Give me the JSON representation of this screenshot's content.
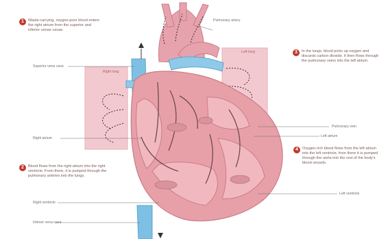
{
  "notes": {
    "n1": {
      "number": "1",
      "text": "Waste-carrying, oxygen-poor blood enters the right atrium from the superior and inferior venae cavae."
    },
    "n2": {
      "number": "2",
      "text": "Blood flows from the right atrium into the right ventricle. From there, it is pumped through the pulmonary arteries into the lungs."
    },
    "n3": {
      "number": "3",
      "text": "In the lungs, blood picks up oxygen and discards carbon dioxide. It then flows through the pulmonary veins into the left atrium."
    },
    "n4": {
      "number": "4",
      "text": "Oxygen-rich blood flows from the left atrium into the left ventricle, from there it is pumped through the aorta into the rest of the body's blood vessels."
    }
  },
  "labels": {
    "pulmonary_artery": "Pulmonary artery",
    "superior_vena_cava": "Superior vena cava",
    "right_lung": "Right lung",
    "left_lung": "Left lung",
    "right_atrium": "Right atrium",
    "pulmonary_vein": "Pulmonary vein",
    "left_atrium": "Left atrium",
    "right_ventricle": "Right ventricle",
    "left_ventricle": "Left ventricle",
    "inferior_vena_cava": "Inferior vena cava"
  },
  "colors": {
    "heart": "#e8a0a8",
    "heart_dark": "#c97c86",
    "vein_blue": "#7ec0e4",
    "lung_box": "#f3c9d0",
    "note_badge": "#c0392b"
  }
}
